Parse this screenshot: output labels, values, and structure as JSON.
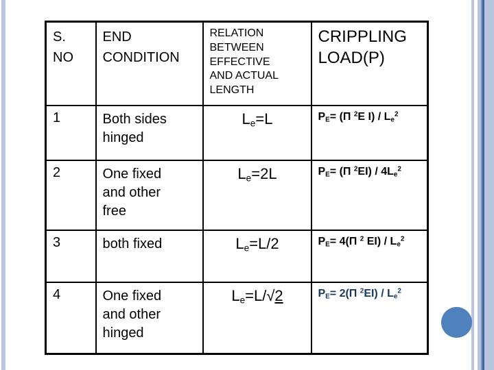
{
  "slide": {
    "bg": "#ffffff",
    "decor": {
      "stripe_light": "#b7c6de",
      "stripe_medium": "#7b97bd",
      "stripe_dark": "#44659b",
      "circle": "#4f81bd"
    }
  },
  "table": {
    "border_color": "#000000",
    "header": {
      "sno": "S.\nNO",
      "end_condition": "END\nCONDITION",
      "relation": "RELATION\nBETWEEN\nEFFECTIVE\nAND ACTUAL\nLENGTH",
      "load": "CRIPPLING\nLOAD(P)"
    },
    "rows": [
      {
        "sno": "1",
        "end_condition": "Both sides\nhinged",
        "relation": [
          {
            "t": "L"
          },
          {
            "t": "e",
            "m": "sub"
          },
          {
            "t": "=L"
          }
        ],
        "load": {
          "color": "#000000",
          "parts": [
            {
              "t": "P"
            },
            {
              "t": "E",
              "m": "sub"
            },
            {
              "t": "= (Π "
            },
            {
              "t": "2",
              "m": "sup"
            },
            {
              "t": "E I) / L"
            },
            {
              "t": "e",
              "m": "sub"
            },
            {
              "t": "2",
              "m": "sup"
            }
          ]
        }
      },
      {
        "sno": "2",
        "end_condition": "One fixed\nand other\nfree",
        "relation": [
          {
            "t": "L"
          },
          {
            "t": "e",
            "m": "sub"
          },
          {
            "t": "=2L"
          }
        ],
        "load": {
          "color": "#000000",
          "parts": [
            {
              "t": "P"
            },
            {
              "t": "E",
              "m": "sub"
            },
            {
              "t": "= (Π "
            },
            {
              "t": "2",
              "m": "sup"
            },
            {
              "t": "EI) / 4L"
            },
            {
              "t": "e",
              "m": "sub"
            },
            {
              "t": "2",
              "m": "sup"
            }
          ]
        }
      },
      {
        "sno": "3",
        "end_condition": "both fixed",
        "relation": [
          {
            "t": "L"
          },
          {
            "t": "e",
            "m": "sub"
          },
          {
            "t": "=L/2"
          }
        ],
        "load": {
          "color": "#000000",
          "parts": [
            {
              "t": "P"
            },
            {
              "t": "E",
              "m": "sub"
            },
            {
              "t": "= 4(Π "
            },
            {
              "t": "2",
              "m": "sup"
            },
            {
              "t": " EI) / L"
            },
            {
              "t": "e",
              "m": "sub"
            },
            {
              "t": "2",
              "m": "sup"
            }
          ]
        }
      },
      {
        "sno": "4",
        "end_condition": "One fixed\nand other\nhinged",
        "relation": [
          {
            "t": "L"
          },
          {
            "t": "e",
            "m": "sub"
          },
          {
            "t": "=L/√"
          },
          {
            "t": "2",
            "m": "u"
          }
        ],
        "load": {
          "color": "#17375e",
          "parts": [
            {
              "t": "P"
            },
            {
              "t": "E",
              "m": "sub"
            },
            {
              "t": "= 2(Π "
            },
            {
              "t": "2",
              "m": "sup"
            },
            {
              "t": "EI) / L"
            },
            {
              "t": "e",
              "m": "sub"
            },
            {
              "t": "2",
              "m": "sup"
            }
          ]
        }
      }
    ]
  }
}
